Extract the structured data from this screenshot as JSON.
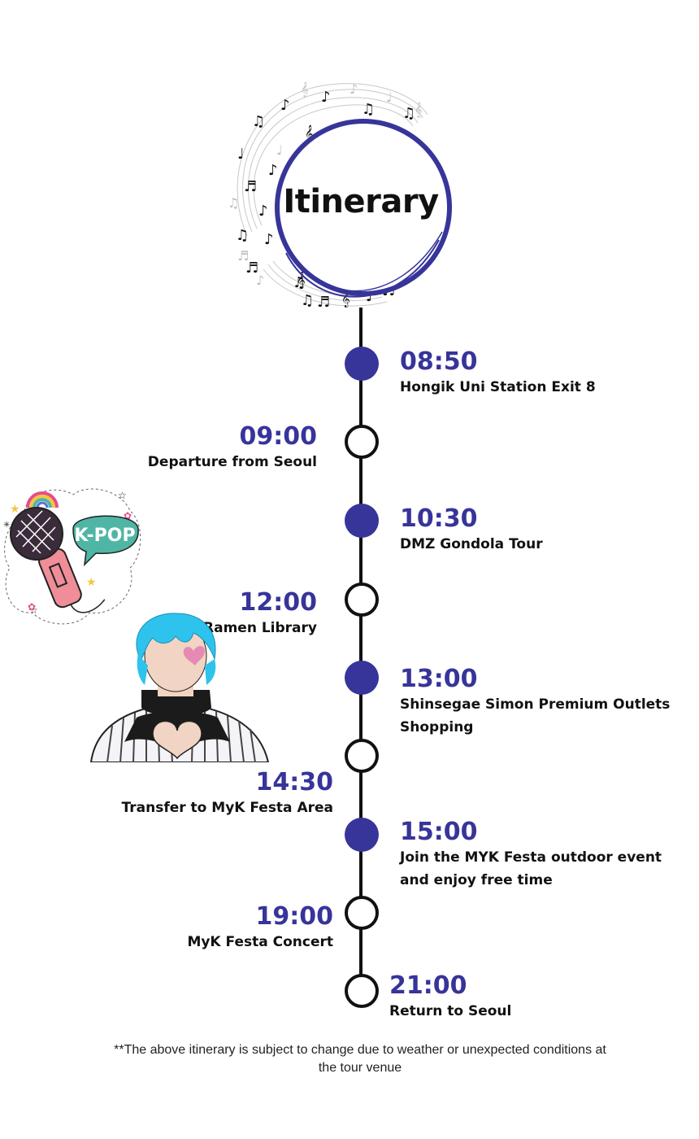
{
  "header": {
    "title": "Itinerary"
  },
  "stickers": {
    "kpop_text": "K-POP"
  },
  "colors": {
    "accent": "#37349a",
    "line": "#111111"
  },
  "itinerary": [
    {
      "time": "08:50",
      "desc": "Hongik Uni Station Exit 8",
      "side": "right",
      "marker": "filled"
    },
    {
      "time": "09:00",
      "desc": "Departure from Seoul",
      "side": "left",
      "marker": "hollow"
    },
    {
      "time": "10:30",
      "desc": "DMZ Gondola Tour",
      "side": "right",
      "marker": "filled"
    },
    {
      "time": "12:00",
      "desc": "Ramen Library",
      "side": "left",
      "marker": "hollow"
    },
    {
      "time": "13:00",
      "desc": "Shinsegae Simon Premium Outlets Shopping",
      "side": "right",
      "marker": "filled"
    },
    {
      "time": "14:30",
      "desc": "Transfer to MyK Festa Area",
      "side": "left",
      "marker": "hollow"
    },
    {
      "time": "15:00",
      "desc": "Join the MYK Festa outdoor event and enjoy free time",
      "side": "right",
      "marker": "filled"
    },
    {
      "time": "19:00",
      "desc": "MyK Festa Concert",
      "side": "left",
      "marker": "hollow"
    },
    {
      "time": "21:00",
      "desc": "Return to Seoul",
      "side": "right",
      "marker": "hollow"
    }
  ],
  "footnote": "**The above itinerary is subject to change due to weather or unexpected conditions at the tour venue"
}
